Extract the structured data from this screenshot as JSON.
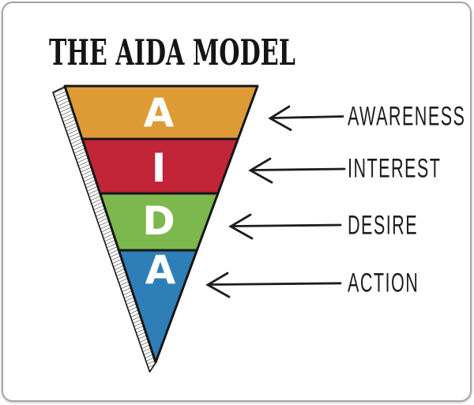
{
  "title": "THE AIDA MODEL",
  "card": {
    "background": "#ffffff",
    "border_color": "#a5a5a5"
  },
  "funnel": {
    "outline_color": "#161616",
    "letter_color": "#ffffff",
    "hatch_color": "#2a2a2a",
    "stages": [
      {
        "letter": "A",
        "label": "AWARENESS",
        "color": "#DE9B35"
      },
      {
        "letter": "I",
        "label": "INTEREST",
        "color": "#C22438"
      },
      {
        "letter": "D",
        "label": "DESIRE",
        "color": "#7DB84E"
      },
      {
        "letter": "A",
        "label": "ACTION",
        "color": "#2E7FB8"
      }
    ],
    "arrow_color": "#1d1d1d"
  }
}
